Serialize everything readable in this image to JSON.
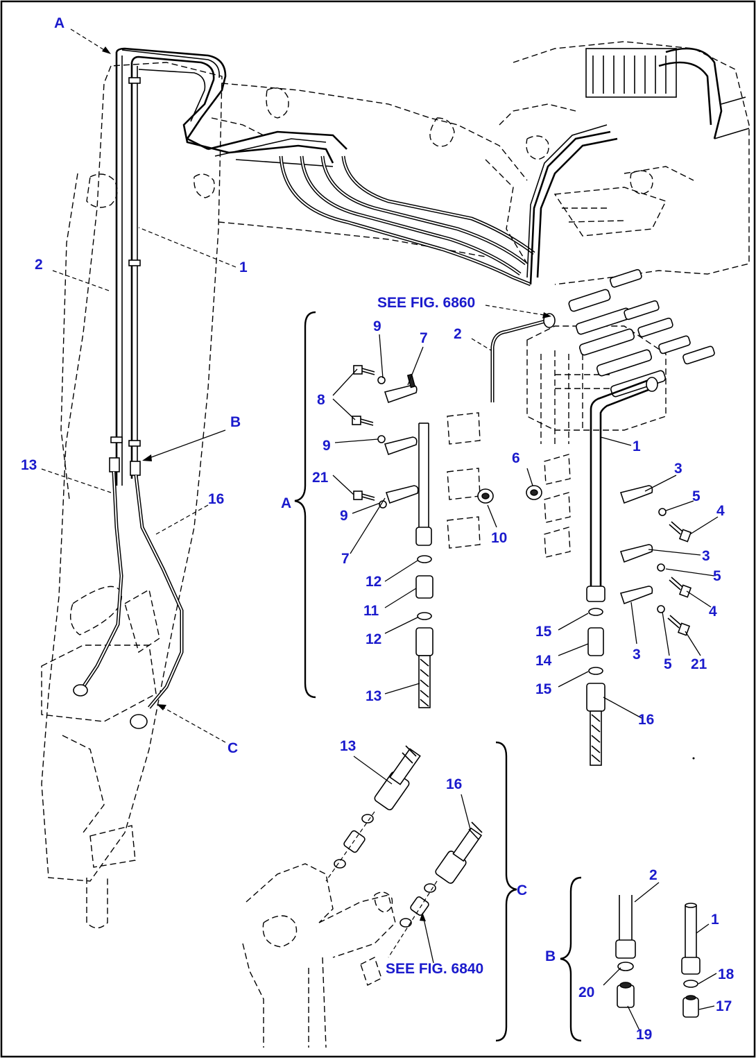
{
  "diagram": {
    "view_labels": {
      "A_top": "A",
      "B_arm": "B",
      "C_arm": "C",
      "A_group": "A",
      "B_group": "B",
      "C_group": "C"
    },
    "references": {
      "fig_6860": "SEE FIG. 6860",
      "fig_6840": "SEE FIG. 6840"
    },
    "main_callouts": {
      "p1": "1",
      "p2": "2",
      "p13": "13",
      "p16": "16"
    },
    "group_a": {
      "p9a": "9",
      "p7a": "7",
      "p2": "2",
      "p8": "8",
      "p9b": "9",
      "p21": "21",
      "p9c": "9",
      "p7b": "7",
      "p10": "10",
      "p12a": "12",
      "p11": "11",
      "p12b": "12",
      "p13": "13",
      "p1": "1",
      "p6": "6",
      "p3a": "3",
      "p5a": "5",
      "p4a": "4",
      "p3b": "3",
      "p5b": "5",
      "p4b": "4",
      "p3c": "3",
      "p5c": "5",
      "p21b": "21",
      "p15a": "15",
      "p14": "14",
      "p15b": "15",
      "p16": "16"
    },
    "group_c": {
      "p13": "13",
      "p16": "16"
    },
    "group_b": {
      "p2": "2",
      "p1": "1",
      "p20": "20",
      "p18": "18",
      "p19": "19",
      "p17": "17"
    }
  }
}
